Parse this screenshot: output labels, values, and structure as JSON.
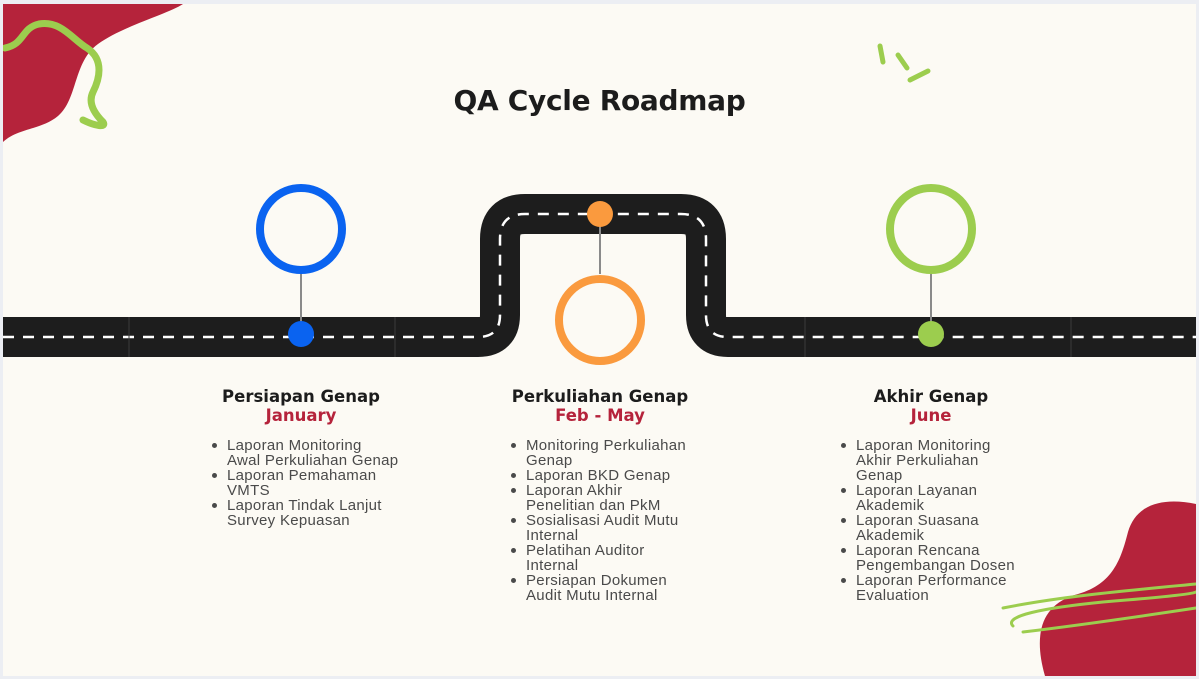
{
  "title": "QA Cycle Roadmap",
  "colors": {
    "background": "#fcfaf4",
    "road": "#1d1d1d",
    "accent_red": "#b5233b",
    "accent_green": "#9ccd4e",
    "stage1": "#0a63f0",
    "stage2": "#fa9a3e",
    "stage3": "#9ccd4e"
  },
  "stages": [
    {
      "name": "Persiapan Genap",
      "period": "January",
      "marker_color": "#0a63f0",
      "items": [
        [
          "Laporan Monitoring",
          "Awal Perkuliahan Genap"
        ],
        [
          "Laporan Pemahaman",
          "VMTS"
        ],
        [
          "Laporan Tindak Lanjut",
          "Survey Kepuasan"
        ]
      ]
    },
    {
      "name": "Perkuliahan Genap",
      "period": "Feb - May",
      "marker_color": "#fa9a3e",
      "items": [
        [
          "Monitoring Perkuliahan",
          "Genap"
        ],
        [
          "Laporan BKD Genap"
        ],
        [
          "Laporan Akhir",
          "Penelitian dan PkM"
        ],
        [
          "Sosialisasi Audit Mutu",
          "Internal"
        ],
        [
          "Pelatihan Auditor",
          "Internal"
        ],
        [
          "Persiapan Dokumen",
          "Audit Mutu Internal"
        ]
      ]
    },
    {
      "name": "Akhir Genap",
      "period": "June",
      "marker_color": "#9ccd4e",
      "items": [
        [
          "Laporan Monitoring",
          "Akhir Perkuliahan",
          "Genap"
        ],
        [
          "Laporan Layanan",
          "Akademik"
        ],
        [
          "Laporan Suasana",
          "Akademik"
        ],
        [
          "Laporan Rencana",
          "Pengembangan Dosen"
        ],
        [
          "Laporan Performance",
          "Evaluation"
        ]
      ]
    }
  ]
}
